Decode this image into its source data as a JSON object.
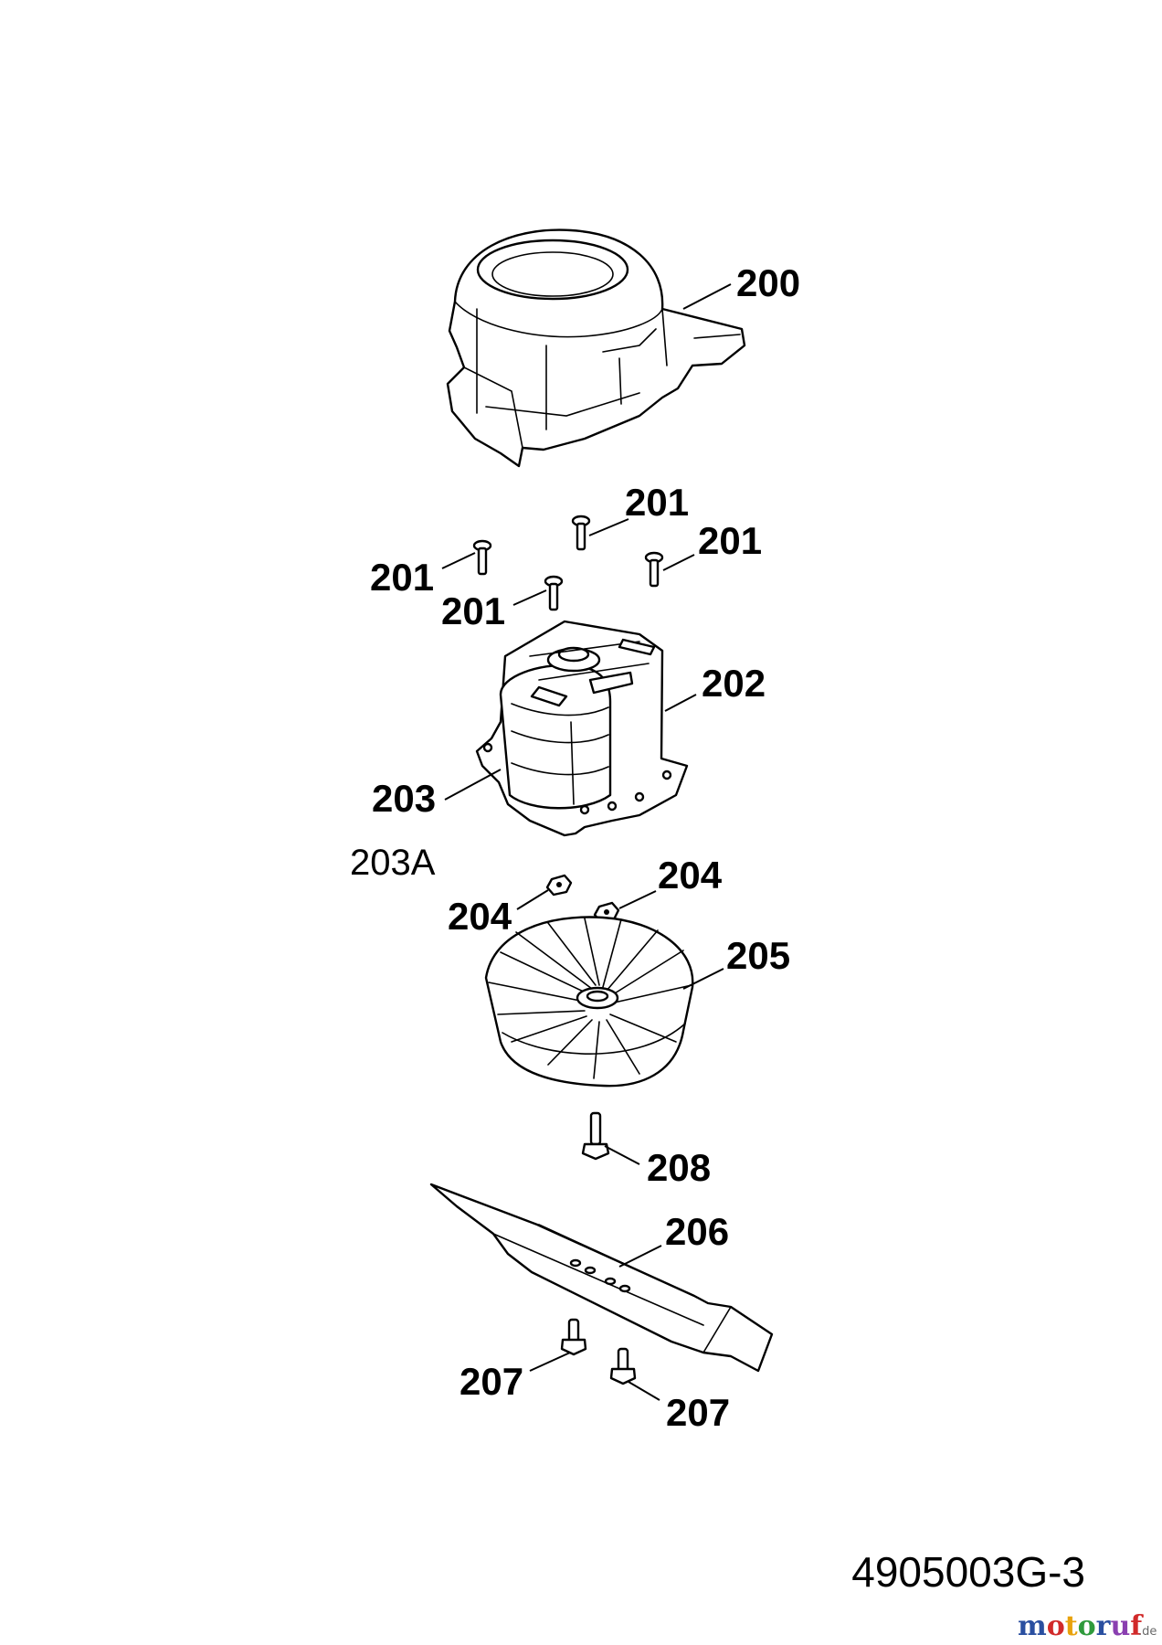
{
  "labels": {
    "p200": "200",
    "p201a": "201",
    "p201b": "201",
    "p201c": "201",
    "p201d": "201",
    "p202": "202",
    "p203": "203",
    "p203A": "203A",
    "p204a": "204",
    "p204b": "204",
    "p205": "205",
    "p206": "206",
    "p207a": "207",
    "p207b": "207",
    "p208": "208"
  },
  "document_number": "4905003G-3",
  "watermark": {
    "letters": [
      "m",
      "o",
      "t",
      "o",
      "r",
      "u",
      "f"
    ],
    "suffix": ".de",
    "colors": [
      "#2a4fa0",
      "#d12a2a",
      "#e8a20c",
      "#2f9a3c",
      "#2a4fa0",
      "#8a3fb0",
      "#d12a2a"
    ]
  }
}
